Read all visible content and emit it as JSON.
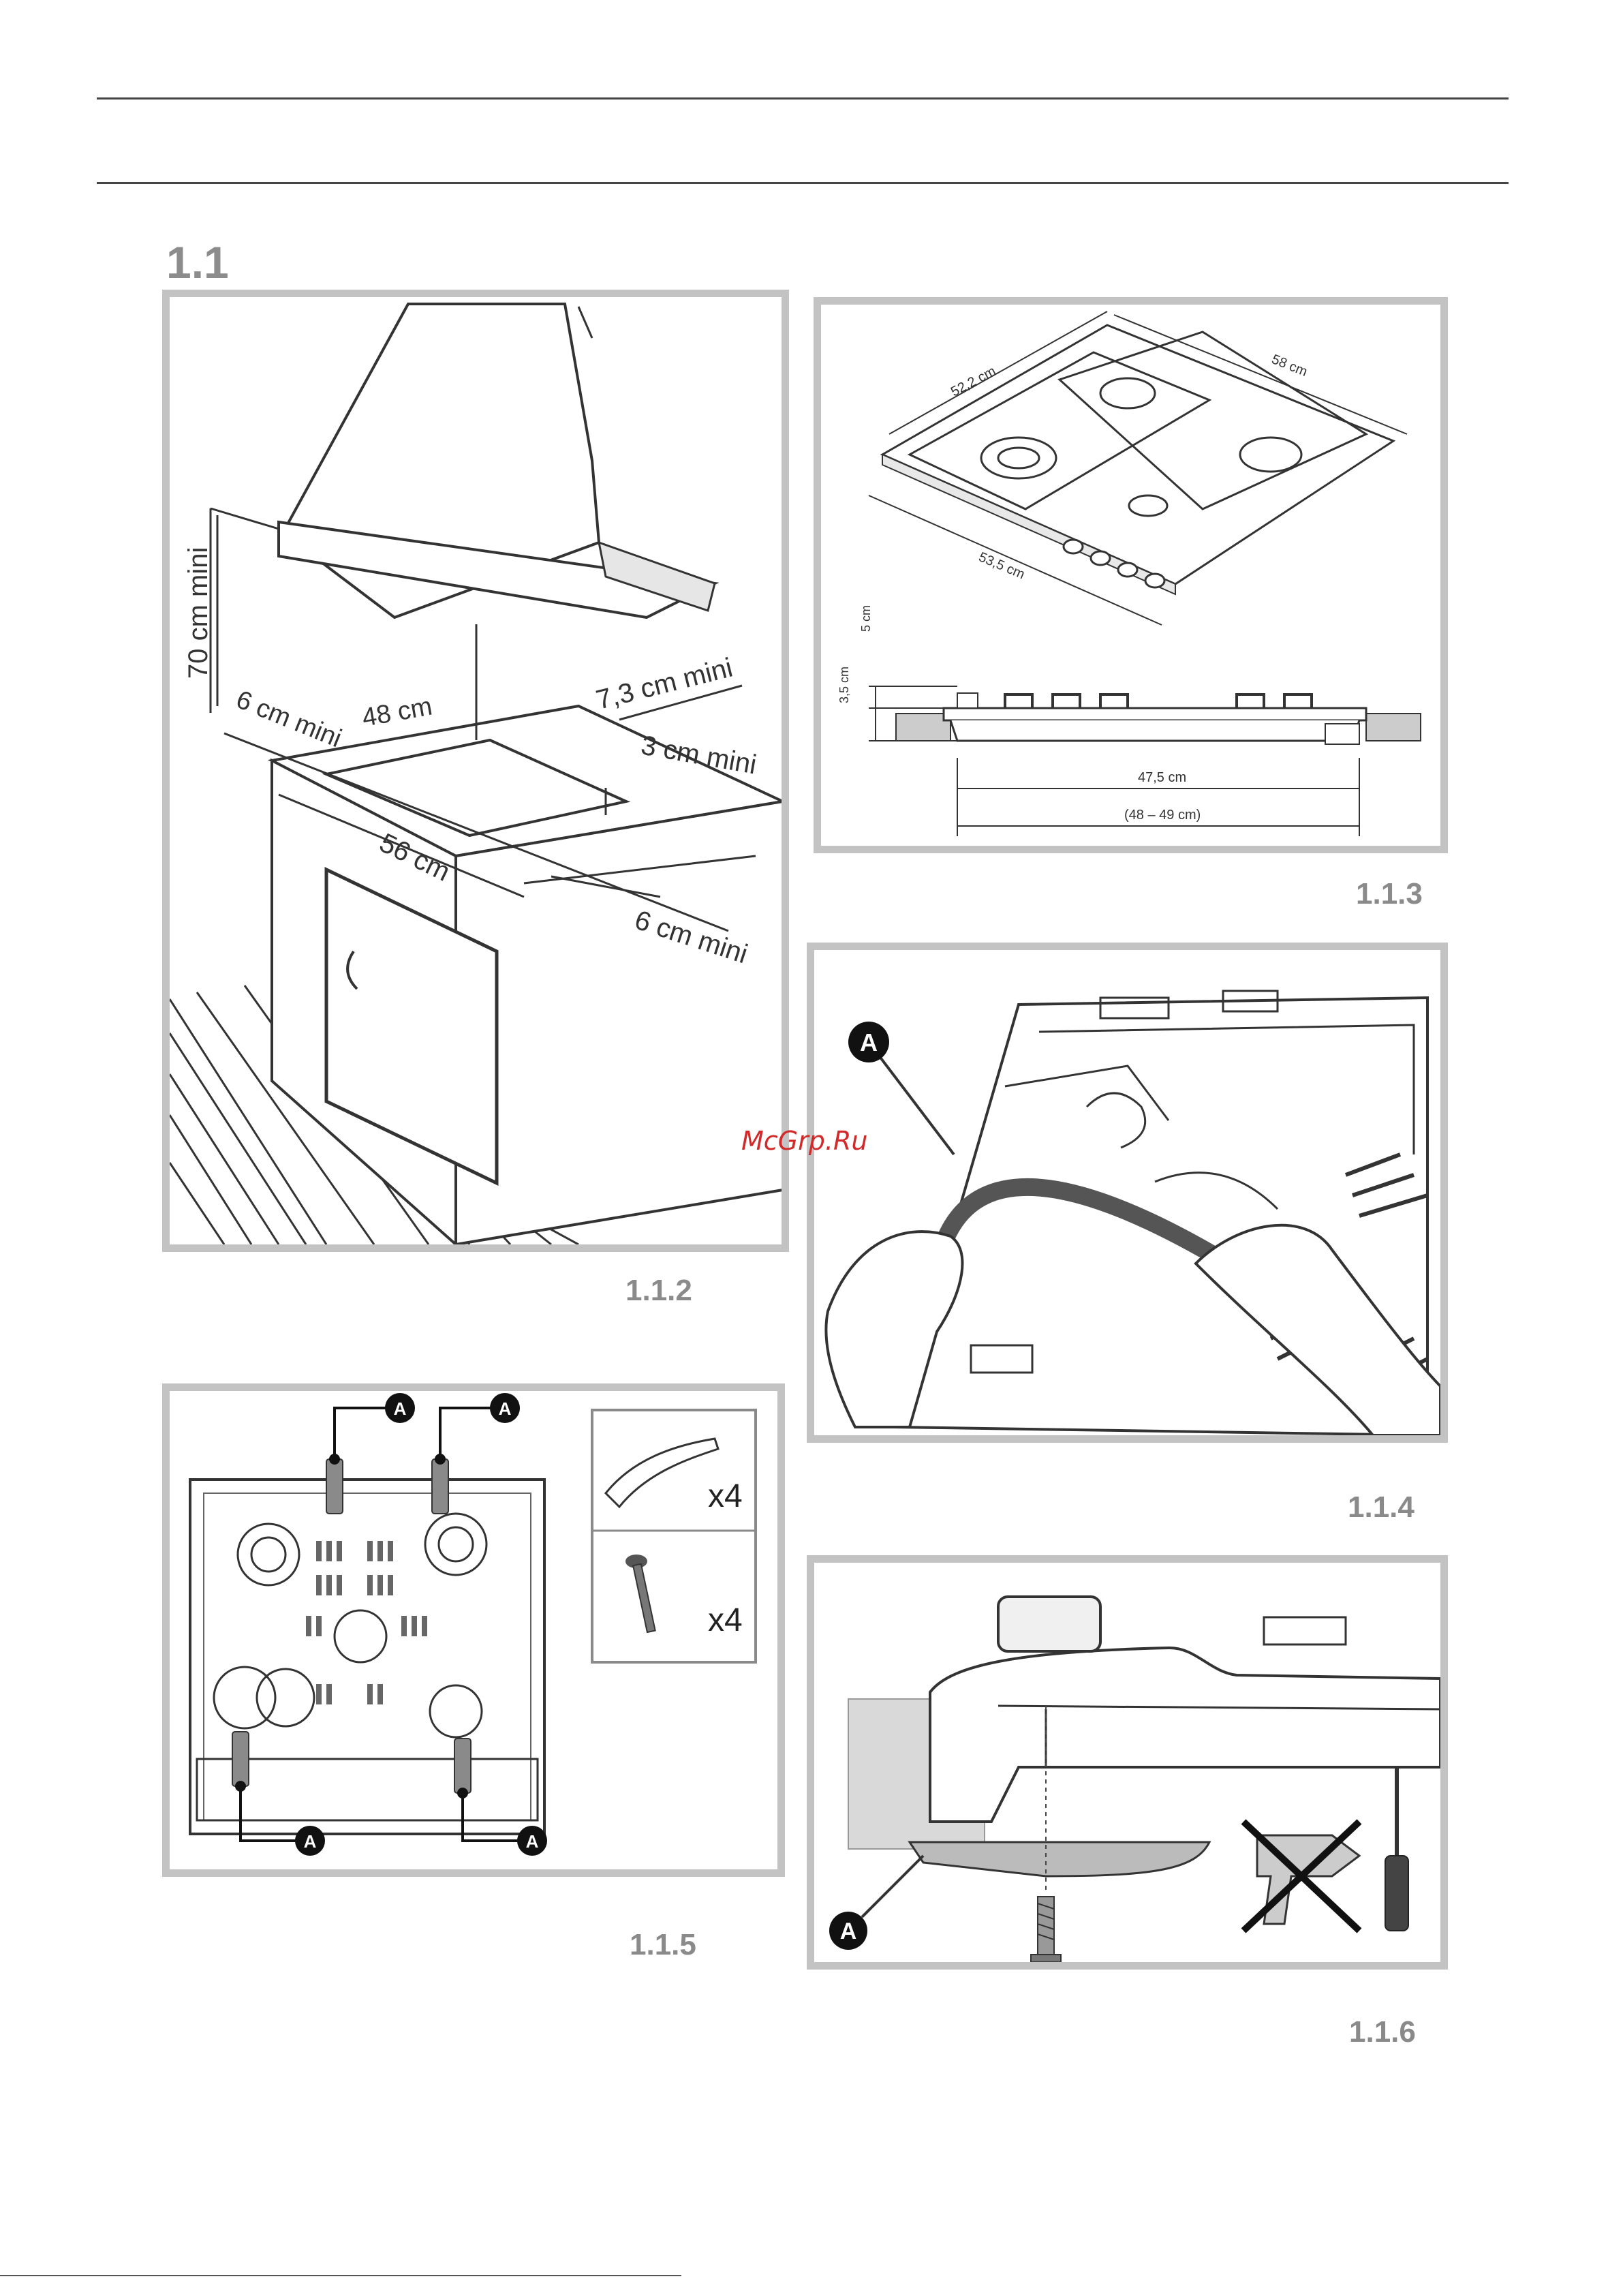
{
  "section": {
    "title": "1.1"
  },
  "watermark": "McGrp.Ru",
  "figures": {
    "f112": {
      "label": "1.1.2",
      "dims": {
        "height": "70 cm mini",
        "left": "6 cm mini",
        "width": "48 cm",
        "back": "7,3 cm mini",
        "edge": "3 cm mini",
        "depth": "56 cm",
        "front": "6 cm mini"
      }
    },
    "f113": {
      "label": "1.1.3",
      "dims": {
        "w1": "52,2 cm",
        "w2": "58 cm",
        "w3": "53,5 cm",
        "h1": "3,5 cm",
        "h2": "5 cm",
        "c1": "47,5 cm",
        "c2": "(48 – 49 cm)"
      },
      "callout": "A"
    },
    "f114": {
      "label": "1.1.4",
      "callout": "A"
    },
    "f115": {
      "label": "1.1.5",
      "callout": "A",
      "kit": [
        {
          "qty": "x4"
        },
        {
          "qty": "x4"
        }
      ]
    },
    "f116": {
      "label": "1.1.6",
      "callout": "A"
    }
  }
}
